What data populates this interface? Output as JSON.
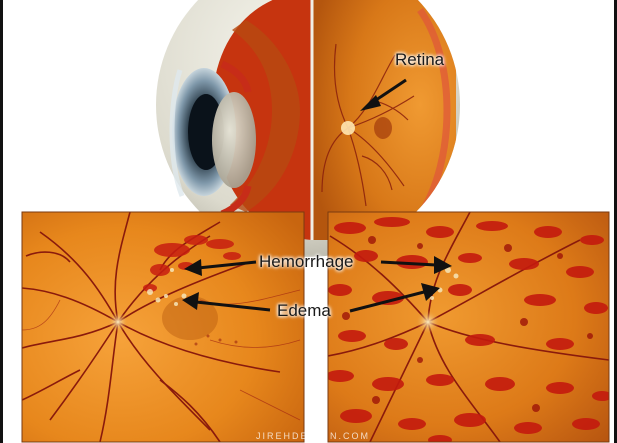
{
  "labels": {
    "retina": "Retina",
    "hemorrhage": "Hemorrhage",
    "edema": "Edema"
  },
  "watermark": "JIREHDESIGN.COM",
  "colors": {
    "retina_orange": "#e8891a",
    "hemorrhage_red": "#c81e10",
    "vessel": "#8a1a0c",
    "sclera": "#e4e2d6"
  }
}
